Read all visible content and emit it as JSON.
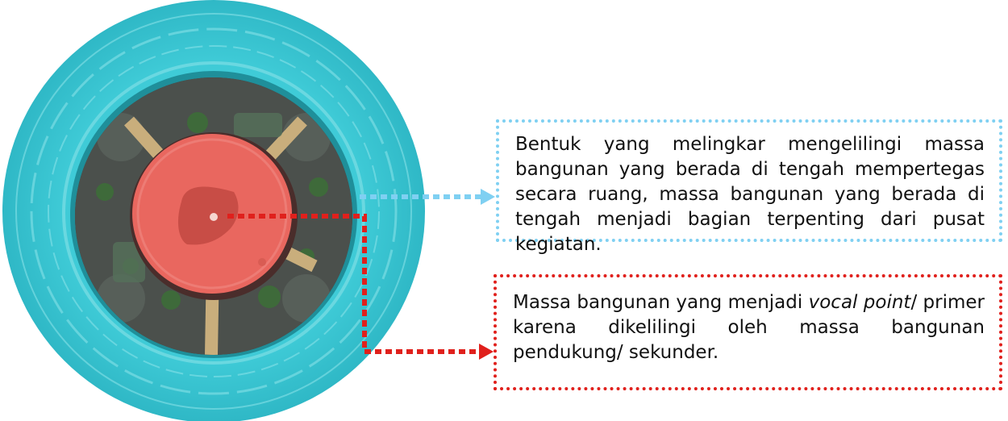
{
  "image": {
    "subject": "aerial-view-circular-building",
    "colors": {
      "outer_ring_overlay": "#37c6d3",
      "center_mass_overlay": "#e9675f",
      "blue_arrow": "#7fd0f2",
      "red_arrow": "#e0201c",
      "courtyard": "#3a3f3a",
      "walkway": "#c9ae7c"
    }
  },
  "callouts": {
    "outer": {
      "text": "Bentuk yang melingkar mengelilingi massa bangunan yang berada di tengah mempertegas secara ruang, massa bangunan yang berada di tengah menjadi bagian terpenting dari pusat kegiatan."
    },
    "center": {
      "text_before": "Massa bangunan yang menjadi ",
      "text_italic": "vocal point",
      "text_after": "/ primer karena dikelilingi oleh massa bangunan pendukung/ sekunder."
    }
  }
}
